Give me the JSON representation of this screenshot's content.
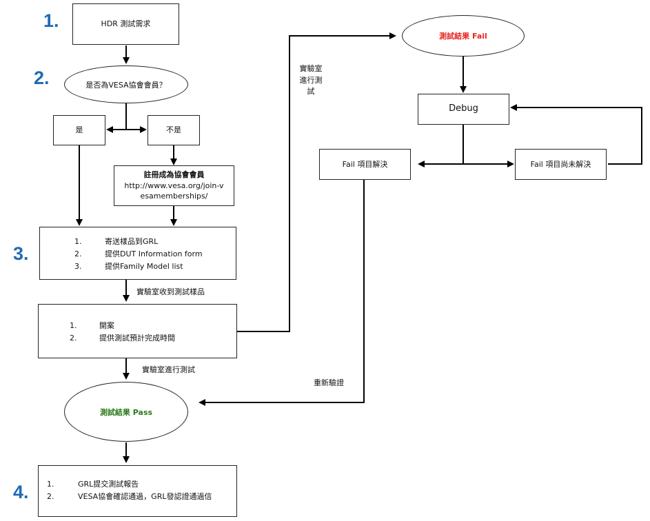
{
  "steps": [
    "1.",
    "2.",
    "3.",
    "4."
  ],
  "colors": {
    "step_number": "#1f6bb4",
    "fail": "#e8261f",
    "pass": "#2a7a1a",
    "line": "#000000"
  },
  "nodes": {
    "hdr_request": "HDR 測試需求",
    "vesa_question": "是否為VESA協會會員？",
    "yes": "是",
    "no": "不是",
    "register": {
      "title": "註冊成為協會會員",
      "url": "http://www.vesa.org/join-vesamemberships/"
    },
    "step3_items": [
      {
        "num": "1.",
        "text": "寄送樣品到GRL"
      },
      {
        "num": "2.",
        "text": "提供DUT Information form"
      },
      {
        "num": "3.",
        "text": "提供Family Model list"
      }
    ],
    "case_items": [
      {
        "num": "1.",
        "text": "開案"
      },
      {
        "num": "2.",
        "text": "提供測試預計完成時間"
      }
    ],
    "pass": "測試結果 Pass",
    "step4_items": [
      {
        "num": "1.",
        "text": "GRL提交測試報告"
      },
      {
        "num": "2.",
        "text": "VESA協會確認通過，GRL發認證通過信"
      }
    ],
    "fail": "測試結果 Fail",
    "debug": "Debug",
    "fail_resolved": "Fail 項目解決",
    "fail_unresolved": "Fail 項目尚未解決"
  },
  "edge_labels": {
    "lab_received": "實驗室收到測試樣品",
    "lab_testing": "實驗室進行測試",
    "lab_testing_upper": "實驗室進行測試",
    "retest": "重新驗證"
  }
}
